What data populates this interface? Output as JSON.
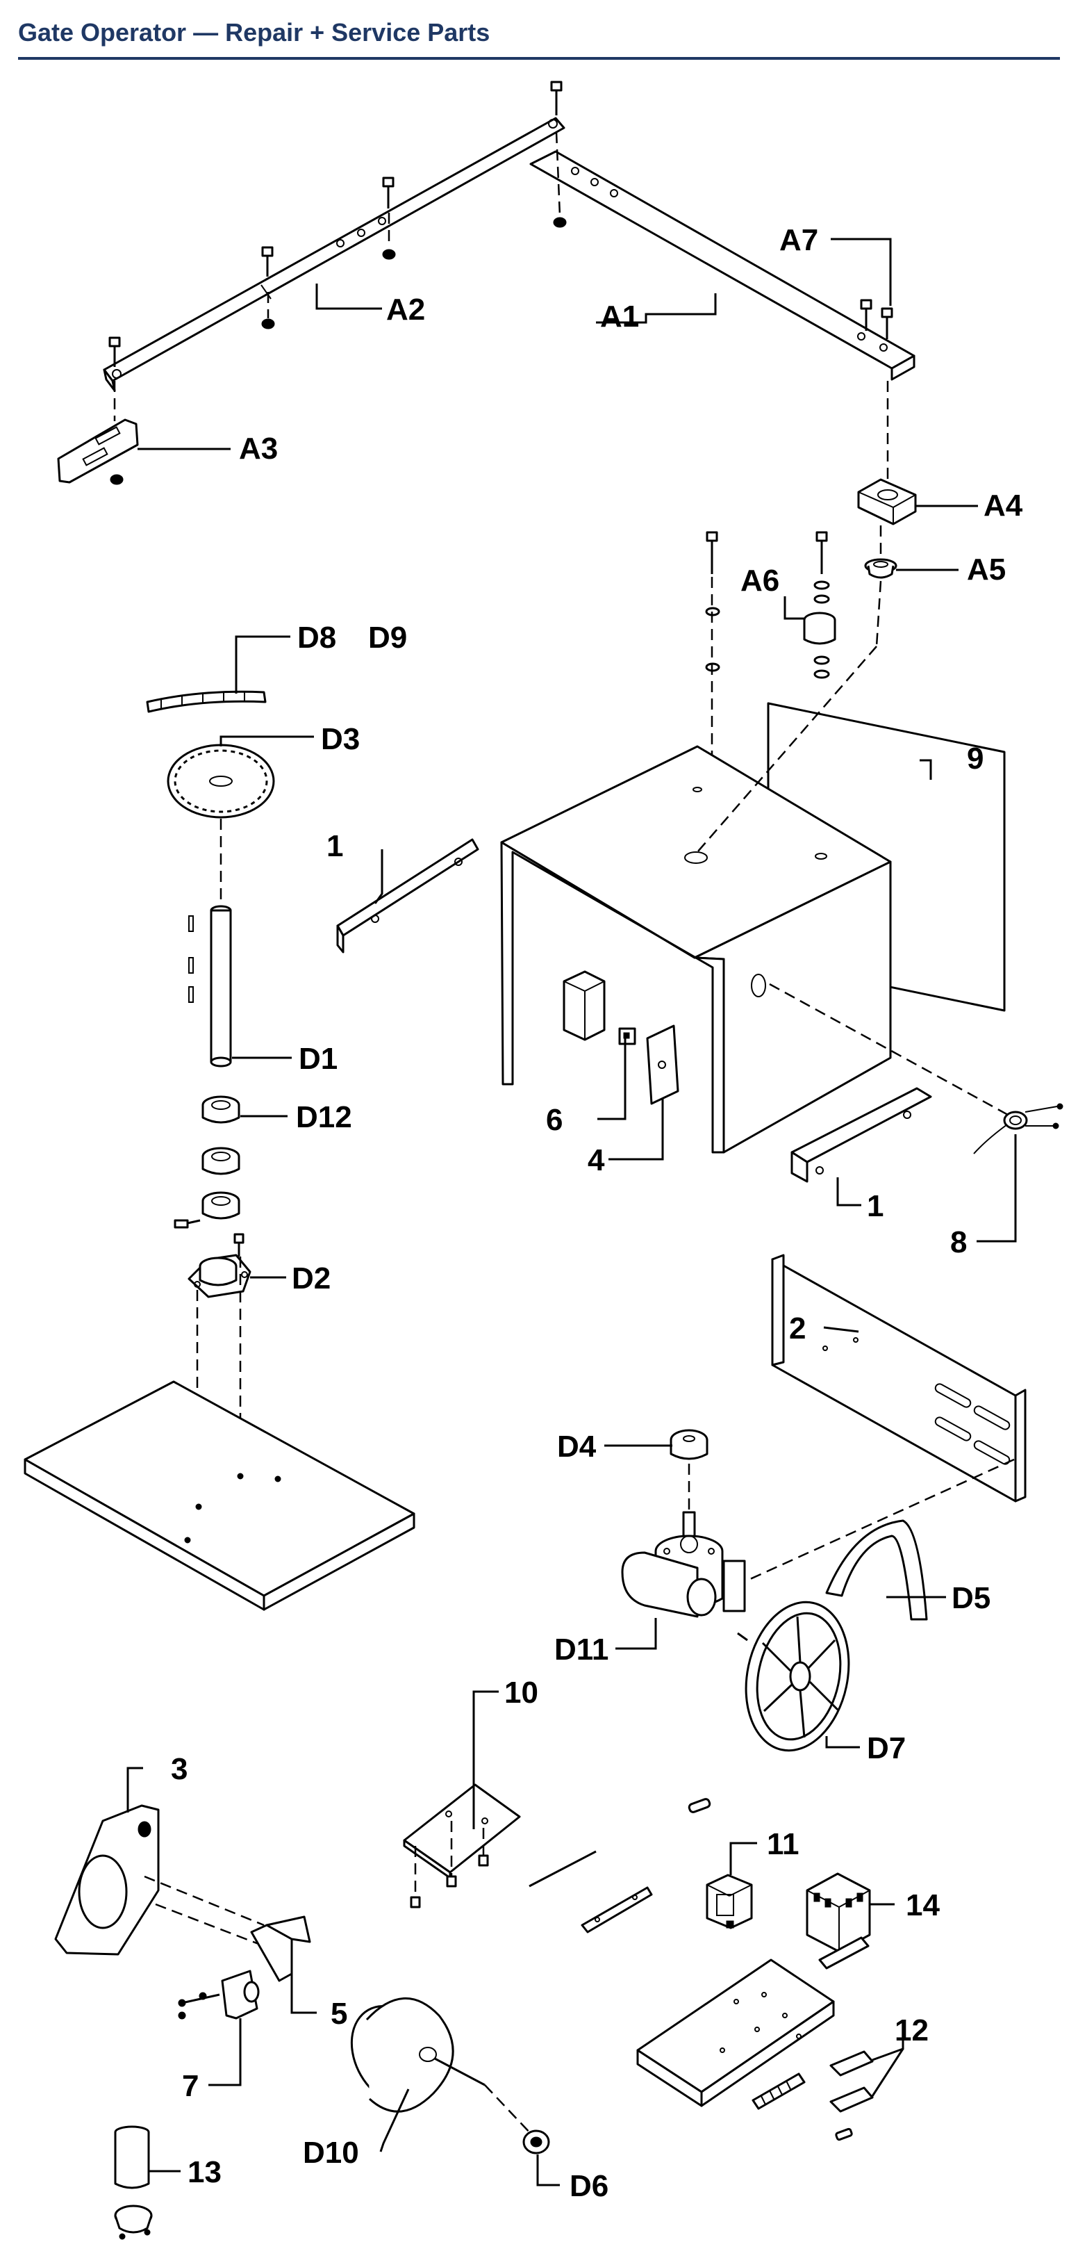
{
  "title": "Gate Operator — Repair + Service Parts",
  "callouts": {
    "a1": "A1",
    "a2": "A2",
    "a3": "A3",
    "a4": "A4",
    "a5": "A5",
    "a6": "A6",
    "a7": "A7",
    "d1": "D1",
    "d2": "D2",
    "d3": "D3",
    "d4": "D4",
    "d5": "D5",
    "d6": "D6",
    "d7": "D7",
    "d8": "D8",
    "d9": "D9",
    "d10": "D10",
    "d11": "D11",
    "d12": "D12",
    "p1a": "1",
    "p1b": "1",
    "p2": "2",
    "p3": "3",
    "p4": "4",
    "p5": "5",
    "p6": "6",
    "p7": "7",
    "p8": "8",
    "p9": "9",
    "p10": "10",
    "p11": "11",
    "p12": "12",
    "p13": "13",
    "p14": "14"
  }
}
